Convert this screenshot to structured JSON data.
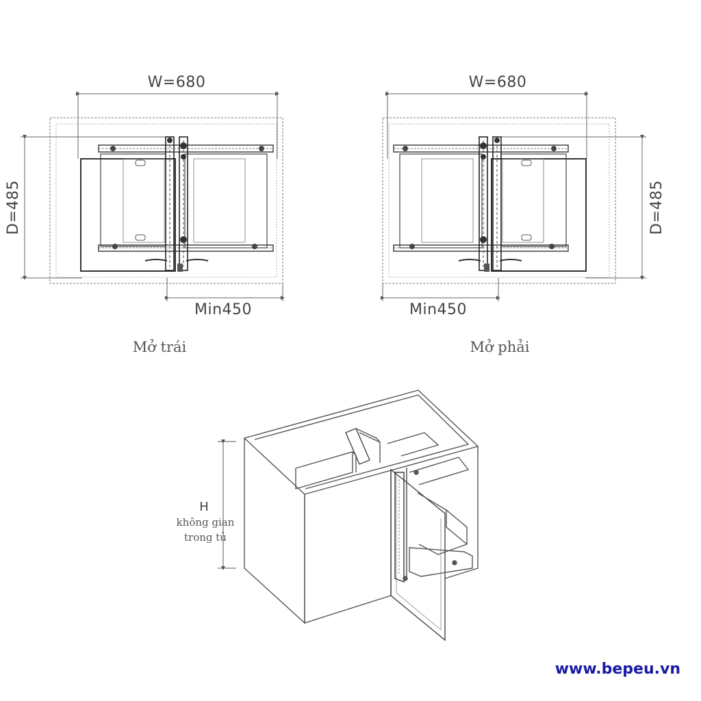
{
  "left_plan": {
    "width_label": "W=680",
    "depth_label": "D=485",
    "min_label": "Min450",
    "caption": "Mở trái"
  },
  "right_plan": {
    "width_label": "W=680",
    "depth_label": "D=485",
    "min_label": "Min450",
    "caption": "Mở phải"
  },
  "iso_view": {
    "height_label": "H",
    "height_desc_line1": "không gian",
    "height_desc_line2": "trong tủ"
  },
  "website": "www.bepeu.vn",
  "colors": {
    "line": "#555555",
    "mechanism": "#3a3a3a",
    "website": "#1a1aa6"
  }
}
